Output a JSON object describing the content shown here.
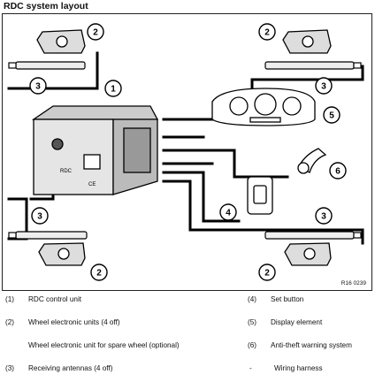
{
  "title": "RDC system layout",
  "figure_ref": "R16 0239",
  "callouts": [
    "1",
    "2",
    "2",
    "3",
    "3",
    "5",
    "6",
    "4",
    "3",
    "3",
    "2",
    "2"
  ],
  "control_unit_labels": [
    "RDC",
    "CE"
  ],
  "legend": [
    {
      "num": "(1)",
      "text": "RDC control unit"
    },
    {
      "num": "(2)",
      "text": "Wheel electronic units (4 off)"
    },
    {
      "num": "",
      "text": "Wheel electronic unit for spare wheel (optional)"
    },
    {
      "num": "(3)",
      "text": "Receiving antennas (4 off)"
    },
    {
      "num": "(4)",
      "text": "Set button"
    },
    {
      "num": "(5)",
      "text": "Display element"
    },
    {
      "num": "(6)",
      "text": "Anti-theft warning system"
    },
    {
      "num": "-",
      "text": "Wiring harness"
    }
  ]
}
